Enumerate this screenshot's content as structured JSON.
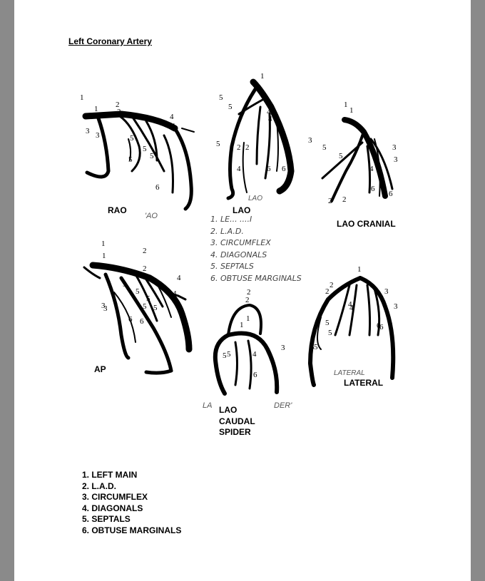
{
  "page": {
    "title": "Left Coronary Artery"
  },
  "views": {
    "rao": "RAO",
    "lao": "LAO",
    "lao_cranial": "LAO CRANIAL",
    "ap": "AP",
    "lateral": "LATERAL",
    "lao_caudal_spider": [
      "LAO",
      "CAUDAL",
      "SPIDER"
    ]
  },
  "faded_text": {
    "rao_under": "'AO",
    "lao_under": "LAO",
    "lateral_under": "LATERAL",
    "spider_left": "LA",
    "spider_right": "DER'",
    "legend_1": "1. LE... ....I"
  },
  "legend_middle": [
    "1. LE... ....I",
    "2. L.A.D.",
    "3. CIRCUMFLEX",
    "4. DIAGONALS",
    "5. SEPTALS",
    "6. OBTUSE MARGINALS"
  ],
  "legend_bottom": [
    "1.  LEFT MAIN",
    "2.  L.A.D.",
    "3.  CIRCUMFLEX",
    "4.  DIAGONALS",
    "5.  SEPTALS",
    "6.  OBTUSE MARGINALS"
  ]
}
